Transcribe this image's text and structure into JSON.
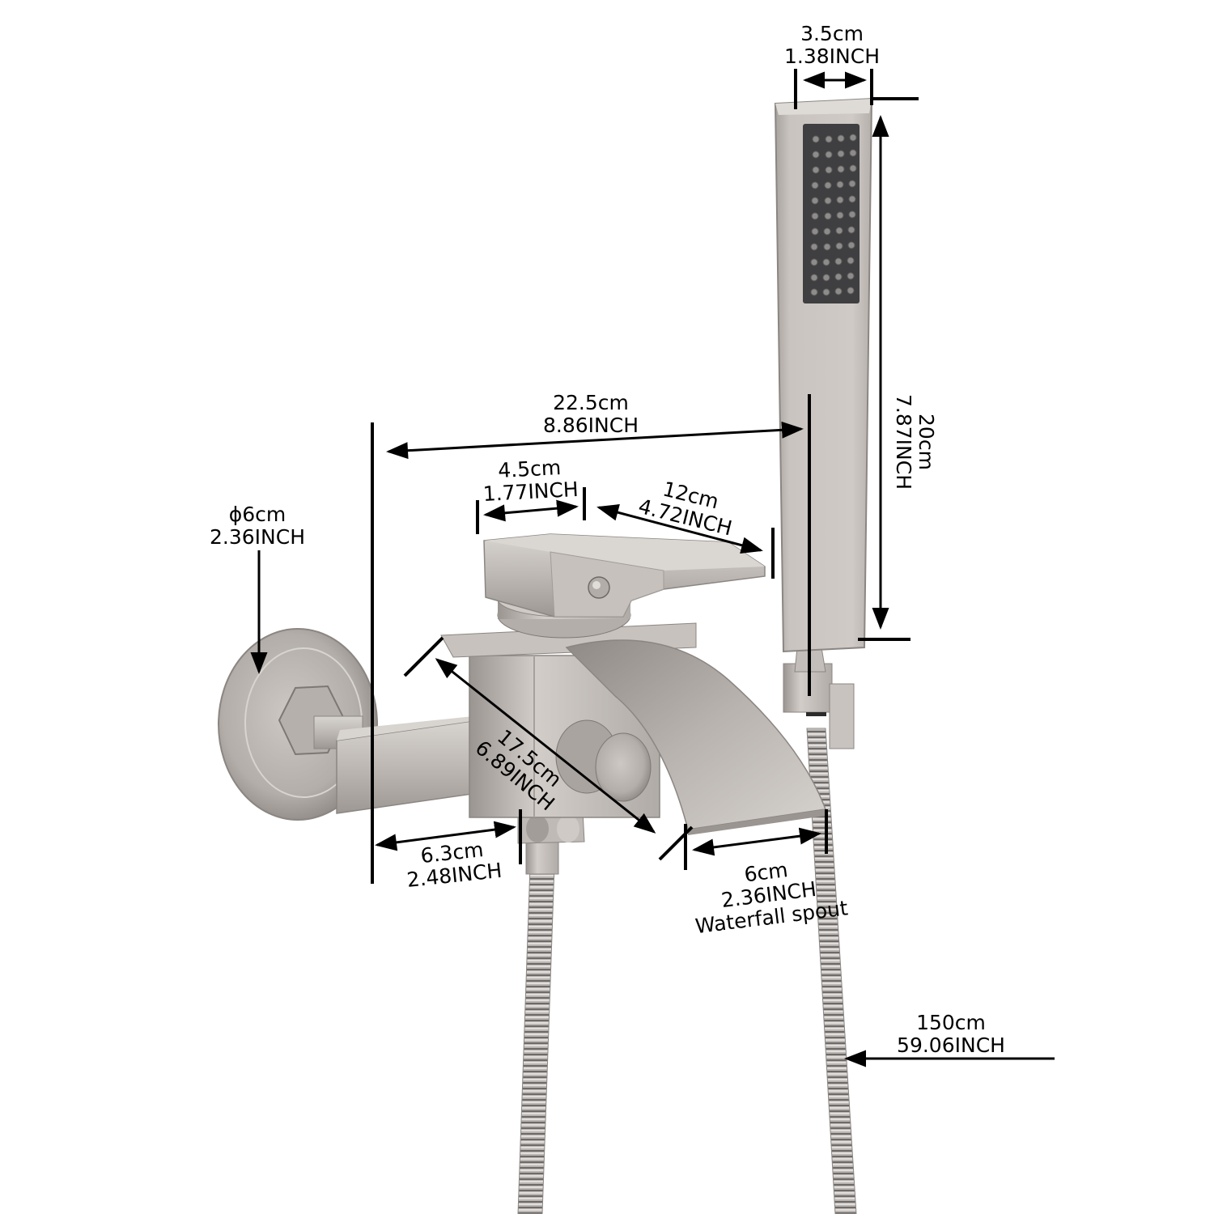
{
  "diagram": {
    "title": "Wall-mounted waterfall bathtub faucet with hand shower — dimensions",
    "colors": {
      "metal_light": "#cfcac6",
      "metal_mid": "#aaa5a1",
      "metal_dark": "#7d7874",
      "spray_face": "#3f3f41",
      "nozzle": "#8e8c8b",
      "dimension_line": "#000000",
      "background": "#ffffff"
    },
    "dimensions": {
      "handshower_width": {
        "cm": "3.5cm",
        "inch": "1.38INCH"
      },
      "handshower_length": {
        "cm": "20cm",
        "inch": "7.87INCH"
      },
      "overall_width": {
        "cm": "22.5cm",
        "inch": "8.86INCH"
      },
      "handle_width": {
        "cm": "4.5cm",
        "inch": "1.77INCH"
      },
      "handle_length": {
        "cm": "12cm",
        "inch": "4.72INCH"
      },
      "escutcheon_diameter": {
        "cm": "ϕ6cm",
        "inch": "2.36INCH"
      },
      "spout_depth": {
        "cm": "17.5cm",
        "inch": "6.89INCH"
      },
      "wall_to_body": {
        "cm": "6.3cm",
        "inch": "2.48INCH"
      },
      "spout_width": {
        "cm": "6cm",
        "inch": "2.36INCH",
        "note": "Waterfall spout"
      },
      "hose_length": {
        "cm": "150cm",
        "inch": "59.06INCH"
      }
    },
    "components": [
      "wall-escutcheon",
      "hex-nut",
      "connector-arm",
      "valve-body",
      "diverter-knob",
      "lever-handle",
      "waterfall-spout",
      "hand-shower",
      "shower-holder",
      "flexible-hose"
    ]
  }
}
